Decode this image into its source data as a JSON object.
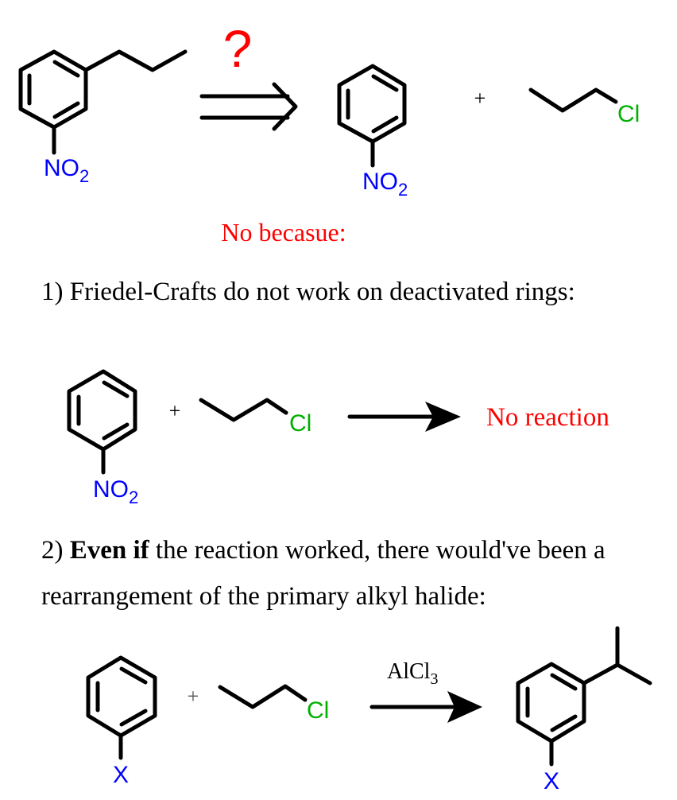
{
  "colors": {
    "nitrogen": "#0000ff",
    "chlorine": "#00b000",
    "highlight": "#ff0000",
    "bond": "#000000"
  },
  "retrosynthesis": {
    "question_mark": "?",
    "target": {
      "name": "1-nitro-3-propylbenzene",
      "substituent_label": "NO",
      "substituent_subscript": "2"
    },
    "arrow": "retrosynthetic-arrow",
    "precursor_1": {
      "name": "nitrobenzene",
      "substituent_label": "NO",
      "substituent_subscript": "2"
    },
    "plus": "+",
    "precursor_2": {
      "name": "1-chloropropane",
      "halogen_label": "Cl"
    }
  },
  "verdict": "No becasue:",
  "reason_1": {
    "text": "1) Friedel-Crafts do not work on deactivated rings:",
    "reactant_1": {
      "substituent_label": "NO",
      "substituent_subscript": "2"
    },
    "plus": "+",
    "reactant_2": {
      "halogen_label": "Cl"
    },
    "result": "No reaction"
  },
  "reason_2": {
    "prefix": "2) ",
    "bold": "Even if",
    "line1_rest": " the reaction worked, there would've been a",
    "line2": "rearrangement of the primary alkyl halide:",
    "reactant_1": {
      "substituent_label": "X"
    },
    "plus": "+",
    "reactant_2": {
      "halogen_label": "Cl"
    },
    "reagent": "AlCl",
    "reagent_subscript": "3",
    "product": {
      "substituent_label": "X"
    }
  }
}
